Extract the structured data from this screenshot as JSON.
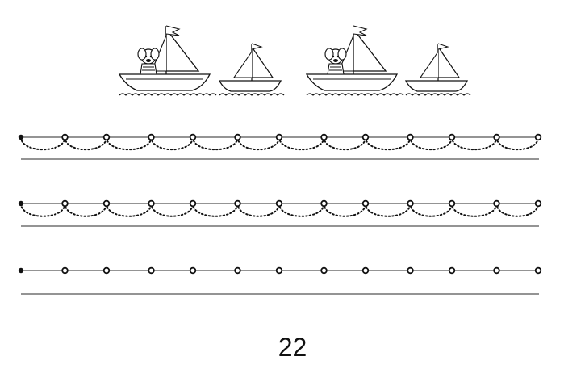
{
  "page_number": "22",
  "illustration": {
    "boats": [
      "boat-with-dog",
      "small-sailboat",
      "boat-with-dog",
      "small-sailboat"
    ]
  },
  "practice_rows": [
    {
      "guide": "scallop-trace",
      "dots": 13
    },
    {
      "guide": "scallop-trace",
      "dots": 13
    },
    {
      "guide": "dots-only",
      "dots": 13
    }
  ],
  "colors": {
    "ink": "#111111",
    "rule": "#555555"
  }
}
